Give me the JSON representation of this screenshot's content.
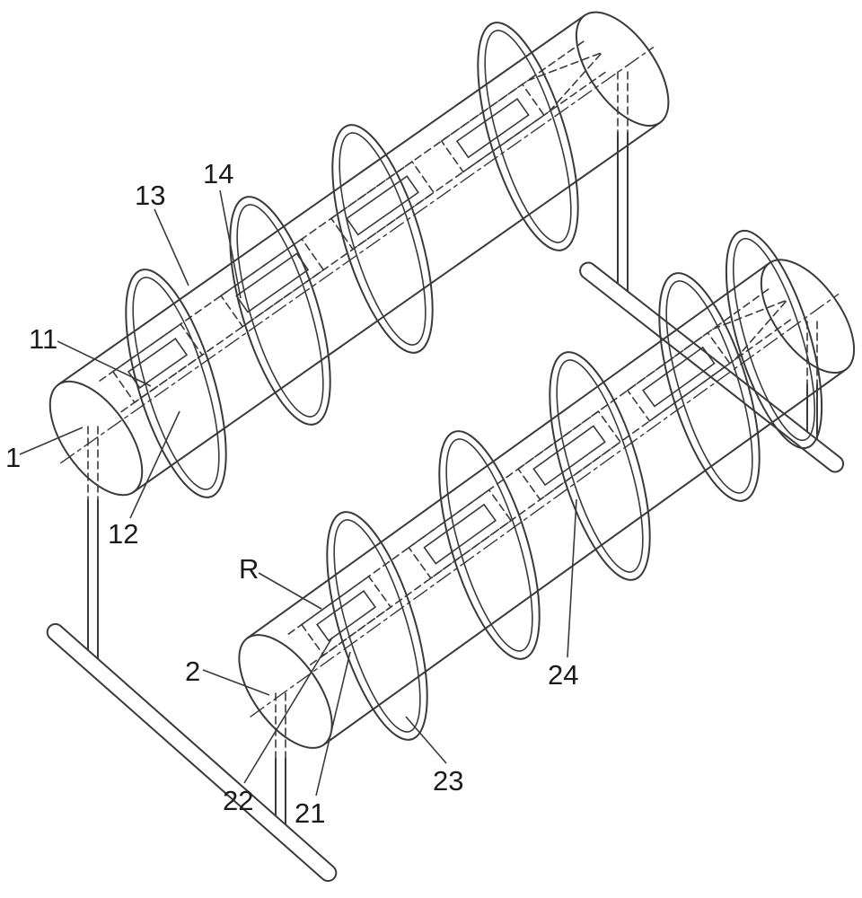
{
  "figure": {
    "background_color": "#ffffff",
    "ink_color": "#3a3a3a",
    "label_color": "#1a1a1a"
  },
  "labels": {
    "n1": "1",
    "n2": "2",
    "n11": "11",
    "n12": "12",
    "n13": "13",
    "n14": "14",
    "n21": "21",
    "n22": "22",
    "n23": "23",
    "n24": "24",
    "r": "R"
  }
}
